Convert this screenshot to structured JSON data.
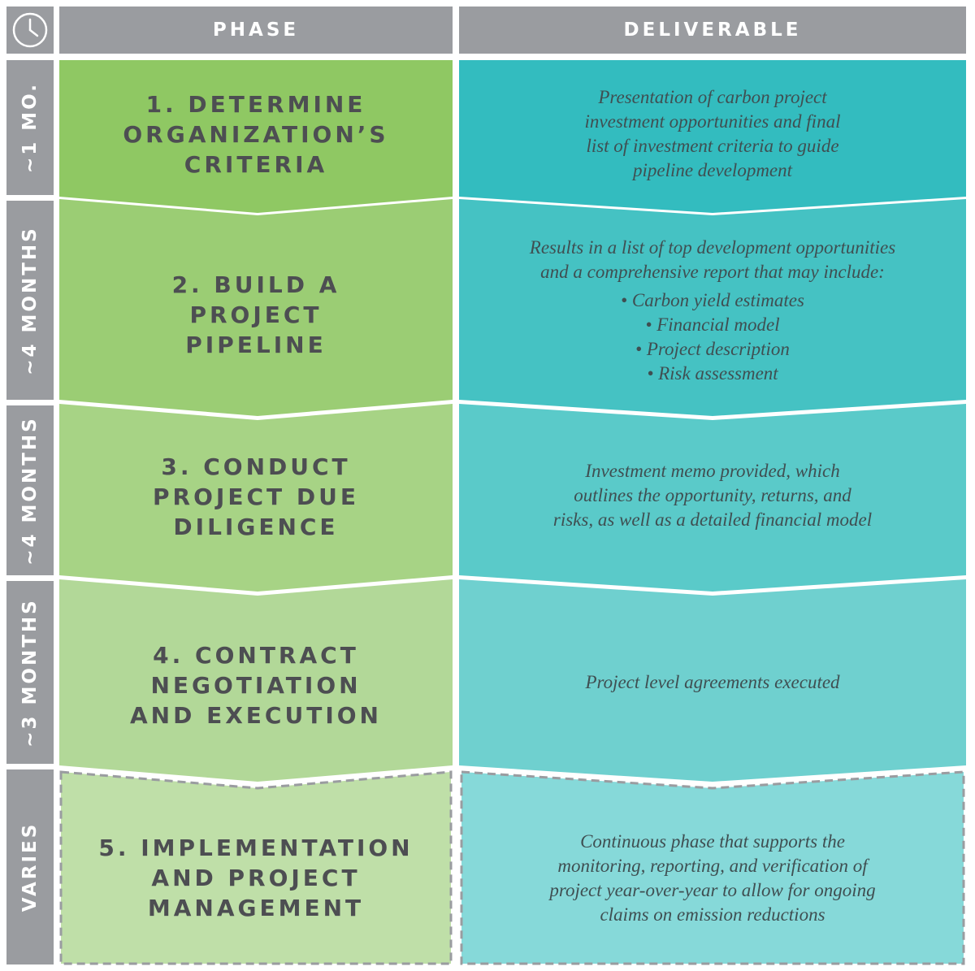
{
  "header": {
    "phase_label": "PHASE",
    "deliverable_label": "DELIVERABLE",
    "clock_icon": "clock-icon"
  },
  "rows": [
    {
      "duration": "~1 MO.",
      "phase_lines": [
        "1. DETERMINE",
        "ORGANIZATION’S",
        "CRITERIA"
      ],
      "deliverable_lines": [
        "Presentation of carbon project",
        "investment opportunities and final",
        "list of investment criteria to guide",
        "pipeline development"
      ],
      "phase_color": "#8fc863",
      "deliverable_color": "#33bcbf"
    },
    {
      "duration": "~4 MONTHS",
      "phase_lines": [
        "2. BUILD A",
        "PROJECT",
        "PIPELINE"
      ],
      "deliverable_lines": [
        "Results in a list of top development opportunities",
        "and a comprehensive report that may include:"
      ],
      "deliverable_bullets": [
        "• Carbon yield estimates",
        "• Financial model",
        "• Project description",
        "• Risk assessment"
      ],
      "phase_color": "#9bcd74",
      "deliverable_color": "#45c2c3"
    },
    {
      "duration": "~4 MONTHS",
      "phase_lines": [
        "3. CONDUCT",
        "PROJECT DUE",
        "DILIGENCE"
      ],
      "deliverable_lines": [
        "Investment memo provided, which",
        "outlines the opportunity, returns, and",
        "risks, as well as a detailed financial model"
      ],
      "phase_color": "#a7d385",
      "deliverable_color": "#5acac9"
    },
    {
      "duration": "~3 MONTHS",
      "phase_lines": [
        "4. CONTRACT",
        "NEGOTIATION",
        "AND EXECUTION"
      ],
      "deliverable_lines": [
        "Project level agreements executed"
      ],
      "phase_color": "#b2d898",
      "deliverable_color": "#6fd0cf"
    },
    {
      "duration": "VARIES",
      "phase_lines": [
        "5. IMPLEMENTATION",
        "AND PROJECT",
        "MANAGEMENT"
      ],
      "deliverable_lines": [
        "Continuous phase that supports the",
        "monitoring, reporting, and verification of",
        "project year-over-year to allow for ongoing",
        "claims on emission reductions"
      ],
      "phase_color": "#bfdfa8",
      "deliverable_color": "#86d9d9"
    }
  ],
  "colors": {
    "header_bg": "#9a9ca0",
    "phase_text": "#4d4e52",
    "deliverable_text": "#3f4f52",
    "dashed_border": "#9a9ca0"
  }
}
